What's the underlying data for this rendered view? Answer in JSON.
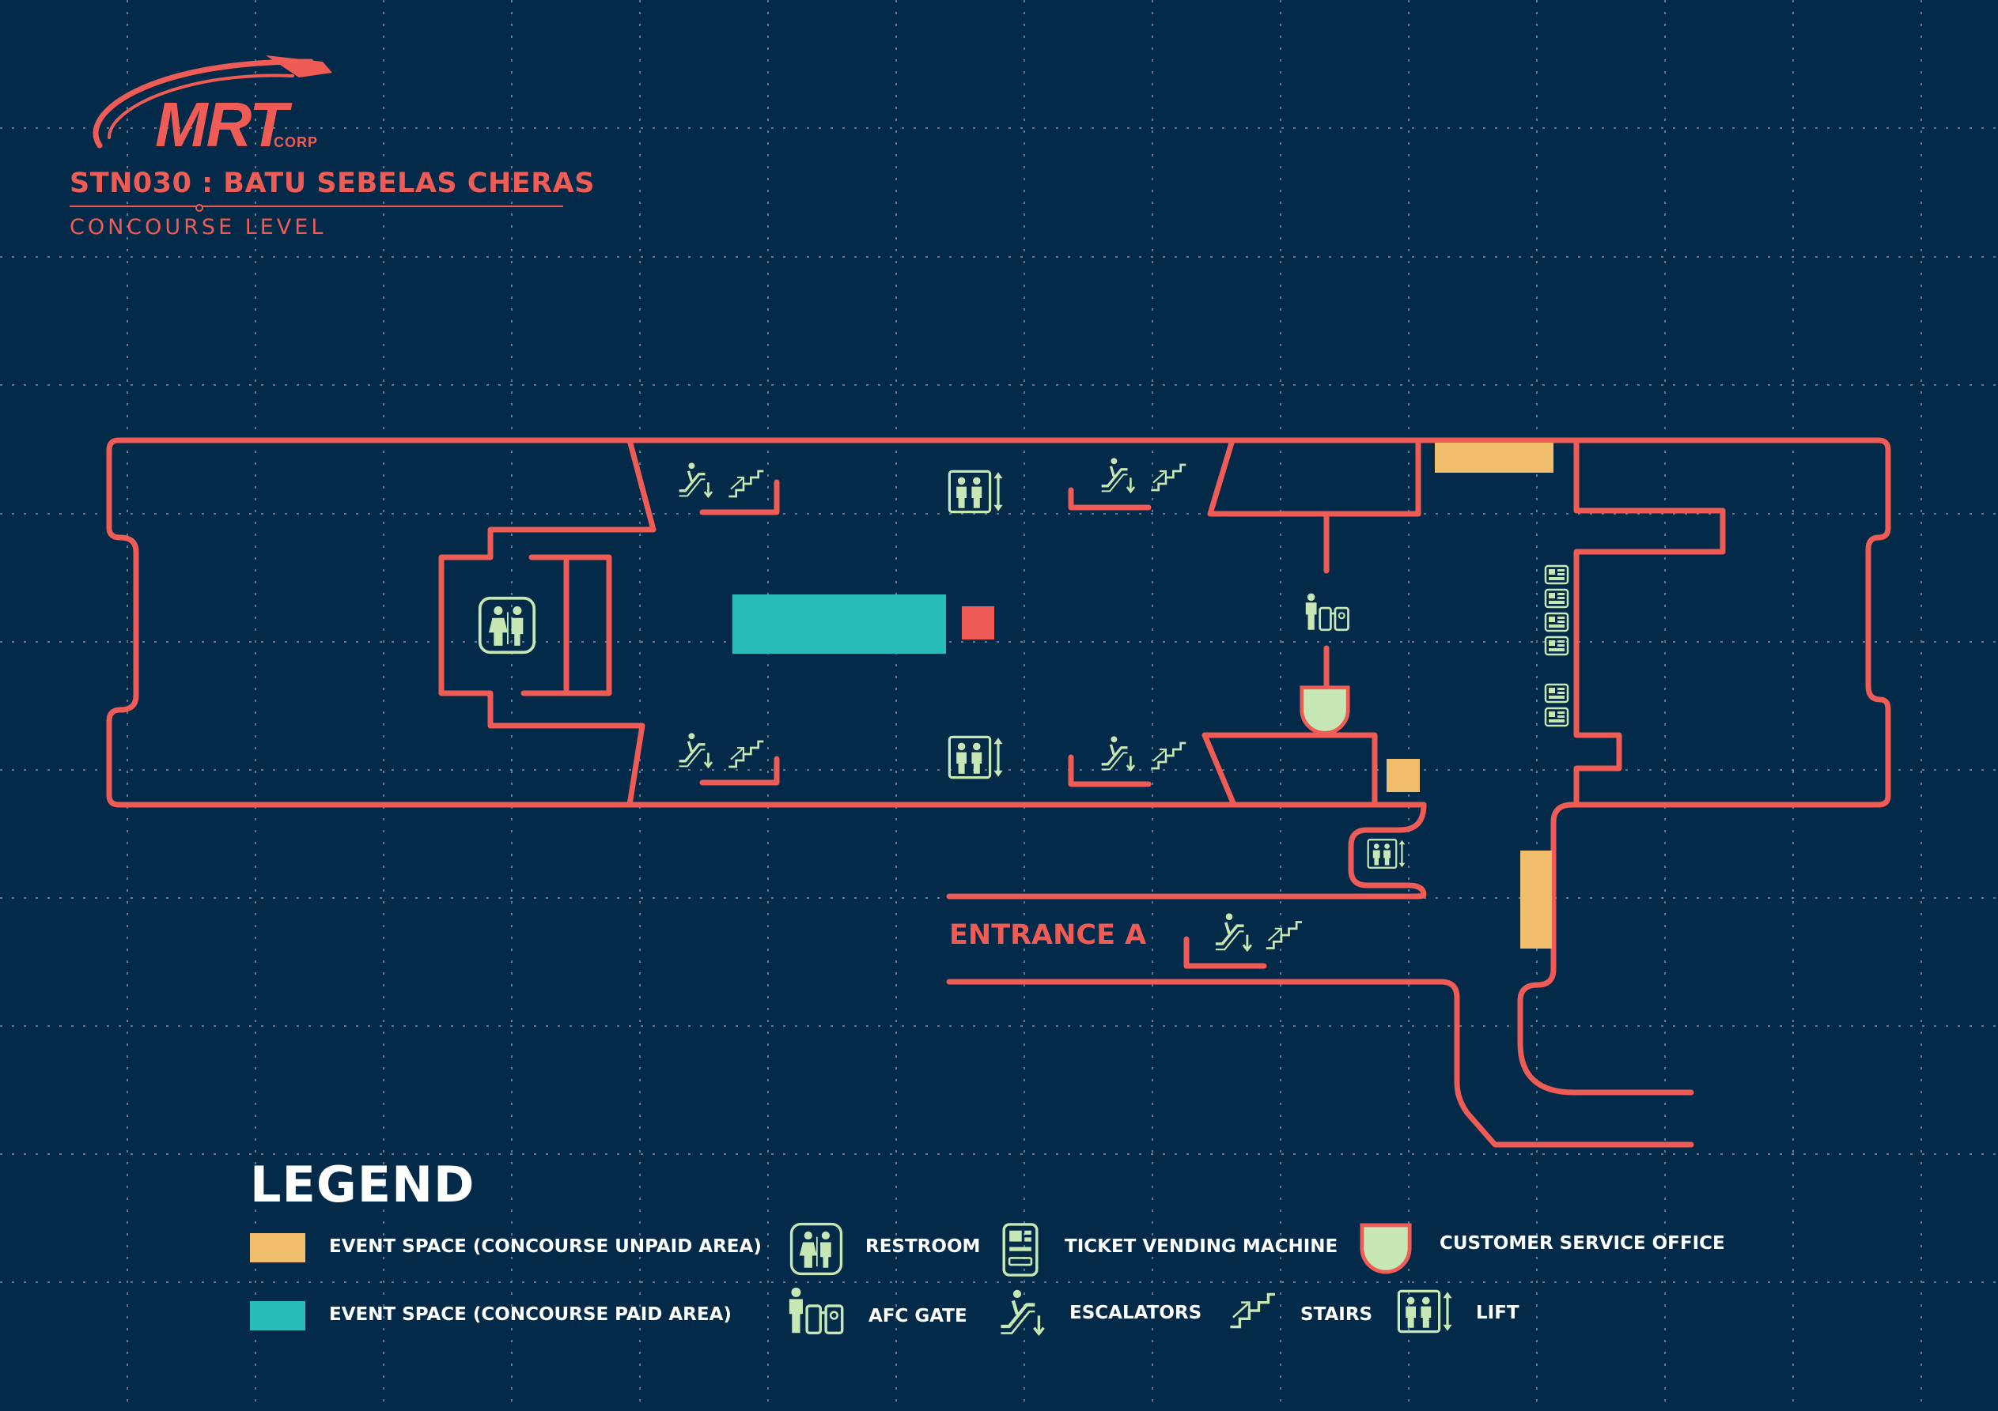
{
  "brand": {
    "logo_text": "MRT",
    "logo_sub": "CORP",
    "color": "#ef5c55"
  },
  "station": {
    "title": "STN030 : BATU SEBELAS CHERAS",
    "level": "CONCOURSE LEVEL"
  },
  "map": {
    "entrance_label": "ENTRANCE A",
    "colors": {
      "background": "#032a48",
      "wall": "#ef5c55",
      "unpaid_event_space": "#f0be6a",
      "paid_event_space": "#27bdb6",
      "icon": "#c7e7b4",
      "grid": "#5a7b96"
    }
  },
  "legend": {
    "title": "LEGEND",
    "items": [
      {
        "key": "unpaid",
        "label": "EVENT SPACE (CONCOURSE UNPAID AREA)",
        "icon": "yellow-swatch"
      },
      {
        "key": "paid",
        "label": "EVENT SPACE (CONCOURSE PAID AREA)",
        "icon": "teal-swatch"
      },
      {
        "key": "restroom",
        "label": "RESTROOM",
        "icon": "restroom-icon"
      },
      {
        "key": "afc",
        "label": "AFC GATE",
        "icon": "afc-gate-icon"
      },
      {
        "key": "tvm",
        "label": "TICKET VENDING MACHINE",
        "icon": "ticket-vending-machine-icon"
      },
      {
        "key": "escalator",
        "label": "ESCALATORS",
        "icon": "escalator-icon"
      },
      {
        "key": "stairs",
        "label": "STAIRS",
        "icon": "stairs-icon"
      },
      {
        "key": "cso",
        "label": "CUSTOMER SERVICE OFFICE",
        "icon": "customer-service-office-icon"
      },
      {
        "key": "lift",
        "label": "LIFT",
        "icon": "lift-icon"
      }
    ]
  }
}
